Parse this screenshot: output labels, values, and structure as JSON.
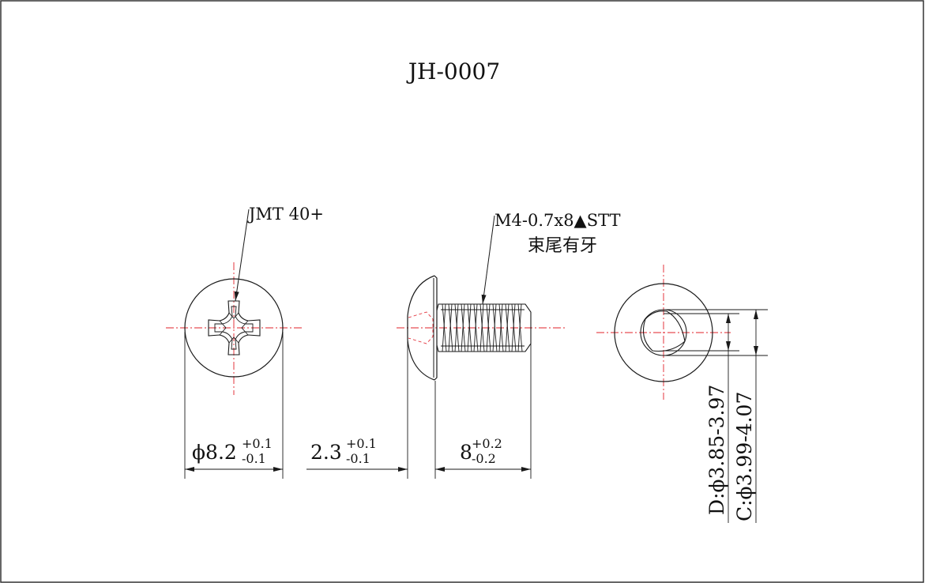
{
  "title": "JH-0007",
  "callouts": {
    "drive": "JMT 40+",
    "thread": "M4-0.7x8▲STT",
    "thread_note": "束尾有牙"
  },
  "dimensions": {
    "head_diameter": {
      "nominal": "ϕ8.2",
      "upper": "+0.1",
      "lower": "-0.1"
    },
    "head_height": {
      "nominal": "2.3",
      "upper": "+0.1",
      "lower": "-0.1"
    },
    "length": {
      "nominal": "8",
      "upper": "+0.2",
      "lower": "-0.2"
    },
    "d_dim": "D:ϕ3.85-3.97",
    "c_dim": "C:ϕ3.99-4.07"
  }
}
